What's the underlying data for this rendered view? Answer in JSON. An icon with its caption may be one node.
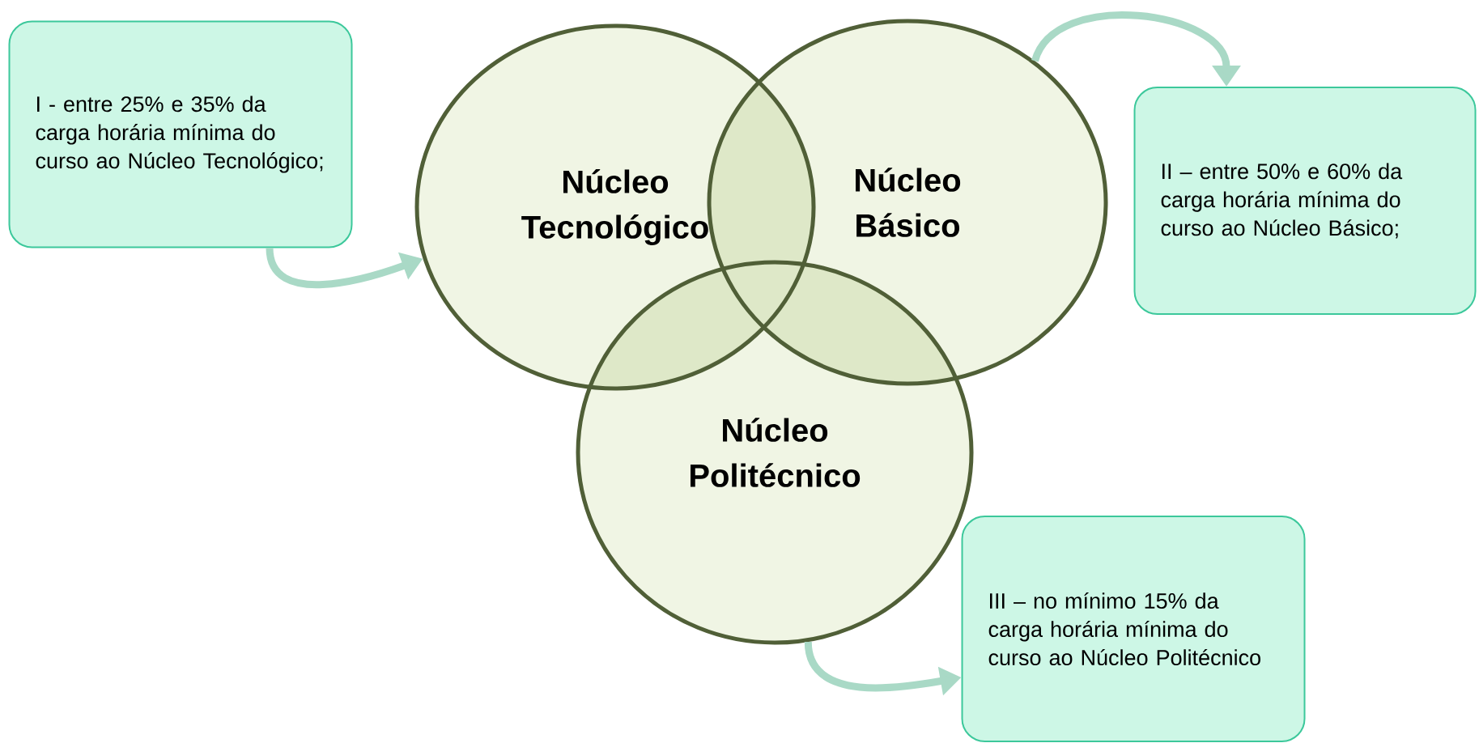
{
  "diagram": {
    "nodes": [
      {
        "text": [
          "I - entre 25% e 35% da carga horária mínima do curso ao Núcleo Tecnológico;"
        ]
      },
      {
        "text": [
          "Núcleo Tecnológico"
        ]
      },
      {
        "text": [
          "Núcleo Básico"
        ]
      },
      {
        "text": [
          "II – entre 50% e 60% da carga horária mínima do curso ao Núcleo Básico;"
        ]
      },
      {
        "text": [
          "Núcleo Politécnico"
        ]
      },
      {
        "text": [
          "III – no mínimo 15% da carga horária mínima do curso ao Núcleo Politécnico"
        ]
      }
    ],
    "edges": [
      {
        "from": 0,
        "to": 1,
        "arrow": "to"
      },
      {
        "from": 2,
        "to": 3,
        "arrow": "to"
      },
      {
        "from": 4,
        "to": 5,
        "arrow": "to"
      }
    ]
  }
}
